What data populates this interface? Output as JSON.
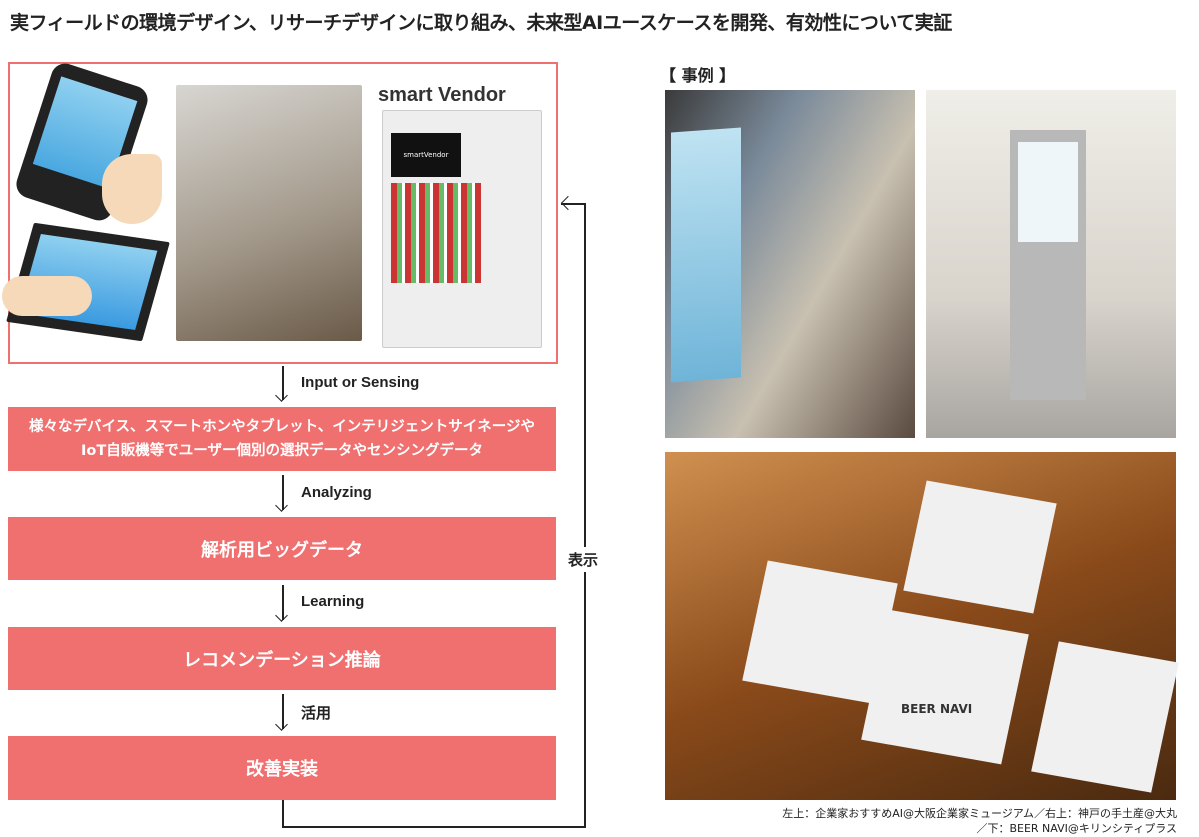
{
  "title": "実フィールドの環境デザイン、リサーチデザインに取り組み、未来型AIユースケースを開発、有効性について実証",
  "devices": {
    "vendor_logo": "smart Vendor",
    "vendor_screen_logo": "smartVendor"
  },
  "flow": {
    "steps": [
      {
        "label": "Input or Sensing",
        "box": "様々なデバイス、スマートホンやタブレット、インテリジェントサイネージや\nIoT自販機等でユーザー個別の選択データやセンシングデータ"
      },
      {
        "label": "Analyzing",
        "box": "解析用ビッグデータ"
      },
      {
        "label": "Learning",
        "box": "レコメンデーション推論"
      },
      {
        "label": "活用",
        "box": "改善実装"
      }
    ],
    "feedback_label": "表示"
  },
  "examples": {
    "heading": "【 事例 】",
    "bottom_photo_text": "BEER NAVI",
    "caption_line1": "左上：企業家おすすめAI@大阪企業家ミュージアム／右上：神戸の手土産@大丸",
    "caption_line2": "／下：BEER NAVI@キリンシティプラス"
  },
  "colors": {
    "accent": "#f07070"
  }
}
